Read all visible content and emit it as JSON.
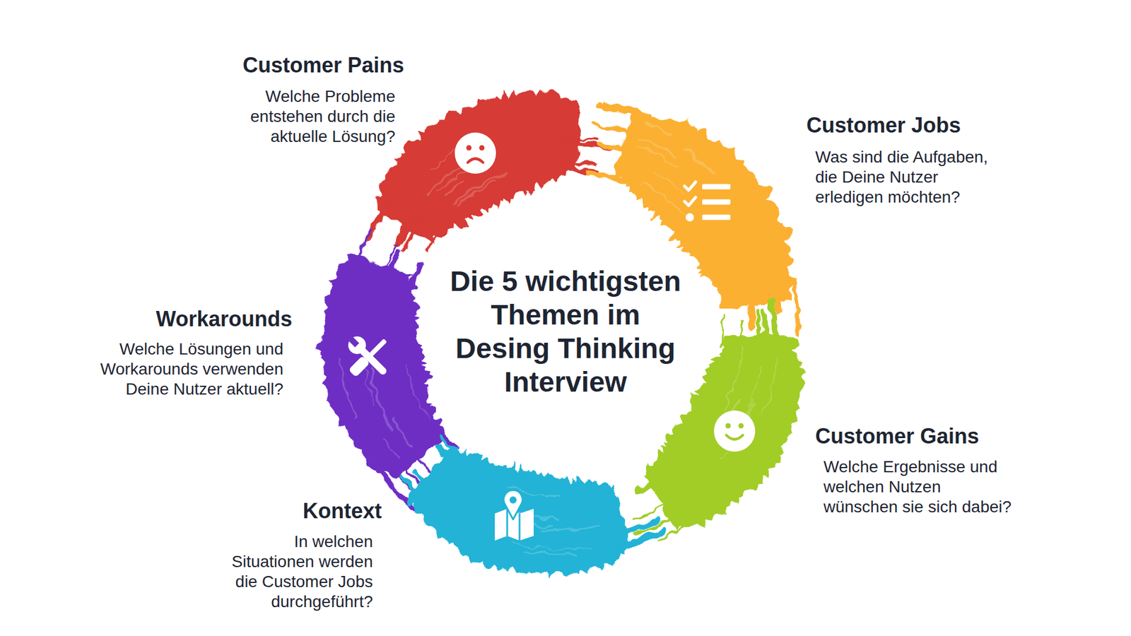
{
  "diagram": {
    "title": "Die 5 wichtigsten Themen im Desing Thinking Interview",
    "nodes": [
      {
        "text": [
          "Customer Pains",
          "Welche Probleme entstehen durch die aktuelle Lösung?"
        ]
      },
      {
        "text": [
          "Customer Jobs",
          "Was sind die Aufgaben, die Deine Nutzer erledigen möchten?"
        ]
      },
      {
        "text": [
          "Workarounds",
          "Welche Lösungen und Workarounds verwenden Deine Nutzer aktuell?"
        ]
      },
      {
        "text": [
          "Customer Gains",
          "Welche Ergebnisse und welchen Nutzen wünschen sie sich dabei?"
        ]
      },
      {
        "text": [
          "Kontext",
          "In welchen Situationen werden die Customer Jobs durchgeführt?"
        ]
      }
    ]
  }
}
